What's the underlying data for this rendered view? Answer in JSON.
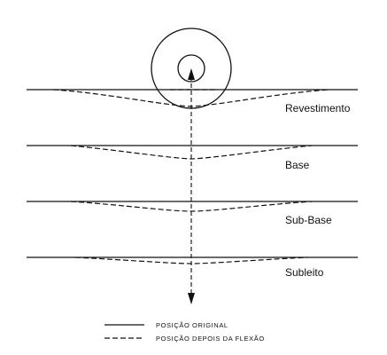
{
  "layers": [
    {
      "name": "Revestimento"
    },
    {
      "name": "Base"
    },
    {
      "name": "Sub-Base"
    },
    {
      "name": "Subleito"
    }
  ],
  "legend": {
    "original": "POSIÇÃO ORIGINAL",
    "deflected": "POSIÇÃO DEPOIS DA FLEXÃO"
  },
  "colors": {
    "line": "#111111",
    "background": "#ffffff"
  }
}
